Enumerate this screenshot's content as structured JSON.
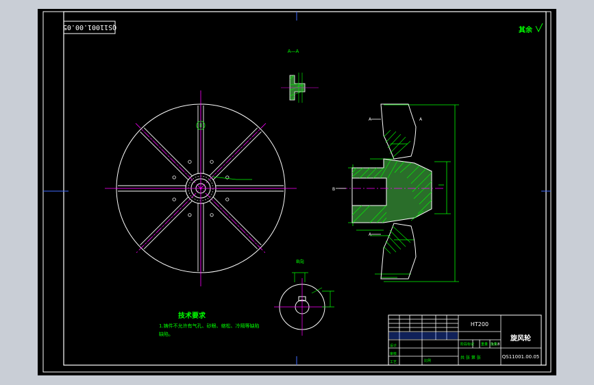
{
  "title_block": {
    "material": "HT200",
    "part_name": "旋风轮",
    "drawing_number": "QS11001.00.05",
    "scale": "1:1.8",
    "row_label_1": "设计",
    "row_label_2": "审核",
    "row_label_3": "工艺",
    "cell_designer": "比例",
    "cell_sheet": "共  张  第  张",
    "cell_weight_label": "重量",
    "cell_stage_label": "阶段标记",
    "cell_scale_label": "比例"
  },
  "rotated_stamp": "QS11001.00.05",
  "surface_note": "其余",
  "section_label_aa": "A—A",
  "view_label_b": "B向",
  "tech_requirements": {
    "heading": "技术要求",
    "line1": "1.铸件不允许有气孔、砂眼、缩松、冷隔等缺陷",
    "line2": "缺陷。"
  },
  "labels": {
    "center_mark": "Ⅱ",
    "section_a": "A",
    "section_b": "B"
  },
  "colors": {
    "background": "#000000",
    "frame": "#ffffff",
    "geometry": "#ffffff",
    "dimension": "#00ff00",
    "centerline": "#ff00ff",
    "hatch": "#00ff00",
    "ui_border": "#c9ced6"
  }
}
